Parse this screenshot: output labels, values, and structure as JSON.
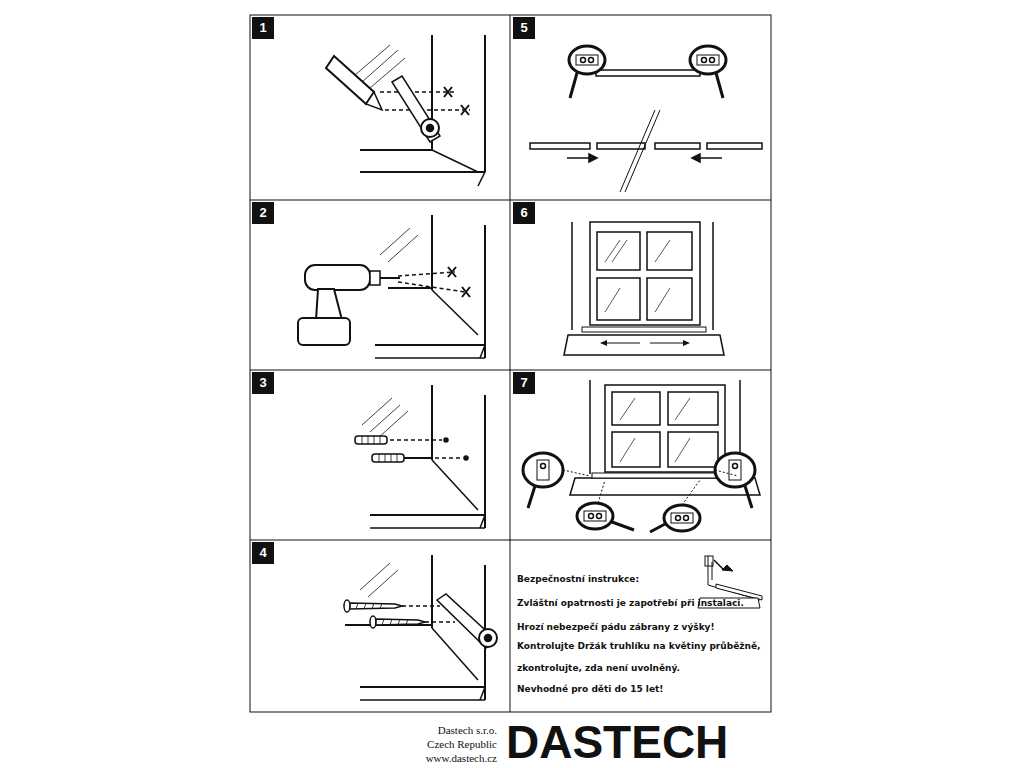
{
  "diagram": {
    "nodes": [
      {
        "text": [
          "1"
        ]
      },
      {
        "text": [
          "2"
        ]
      },
      {
        "text": [
          "3"
        ]
      },
      {
        "text": [
          "4"
        ]
      },
      {
        "text": [
          "5"
        ]
      },
      {
        "text": [
          "6"
        ]
      },
      {
        "text": [
          "7"
        ]
      }
    ],
    "labels": [
      "Bezpečnostní instrukce:",
      "Zvláštní opatrnosti je zapotřebí při instalaci.",
      "Hrozí nebezpečí pádu zábrany z výšky!",
      "Kontrolujte Držák truhlíku na květiny průběžně,",
      "zkontrolujte, zda není uvolněný.",
      "Nevhodné pro děti do 15 let!",
      "Dastech s.r.o.",
      "Czech Republic",
      "www.dastech.cz",
      "DASTECH"
    ]
  }
}
